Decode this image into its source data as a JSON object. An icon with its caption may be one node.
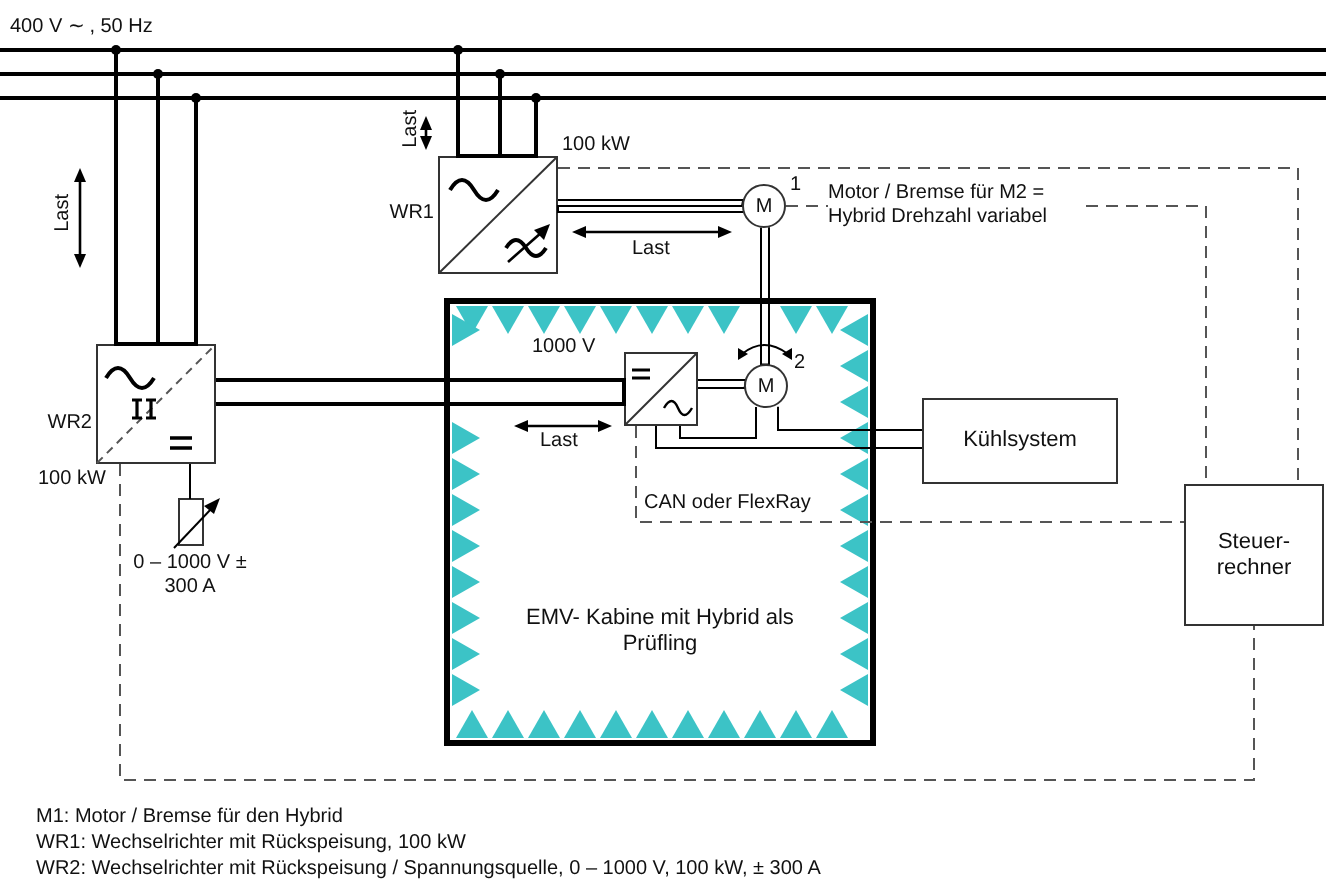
{
  "diagram": {
    "nodes": [
      {
        "text": [
          "400 V ∼ , 50 Hz"
        ]
      },
      {
        "text": [
          "WR1"
        ],
        "beside": [
          "100 kW"
        ]
      },
      {
        "text": [
          "M"
        ],
        "beside": [
          "1"
        ]
      },
      {
        "text": [
          "WR2"
        ],
        "beside": [
          "100 kW"
        ]
      },
      {
        "text": [
          "EMV- Kabine mit Hybrid als Prüfling"
        ]
      },
      {
        "text": [],
        "shape": "box",
        "in": 4
      },
      {
        "text": [
          "M"
        ],
        "beside": [
          "2"
        ],
        "in": 4
      },
      {
        "text": [
          "Kühlsystem"
        ]
      },
      {
        "text": [
          "Steuer- rechner"
        ]
      },
      {
        "text": [],
        "shape": "box",
        "beside": [
          "0 – 1000 V ± 300 A"
        ]
      }
    ],
    "edges": [
      {
        "from": 0,
        "to": 1,
        "arrow": "none"
      },
      {
        "from": 0,
        "to": 3,
        "arrow": "none"
      },
      {
        "from": 1,
        "to": 2,
        "arrow": "none"
      },
      {
        "from": 2,
        "to": 6,
        "arrow": "none"
      },
      {
        "from": 3,
        "to": 5,
        "arrow": "none"
      },
      {
        "from": 5,
        "to": 6,
        "arrow": "none"
      },
      {
        "from": 5,
        "to": 6,
        "arrow": "none"
      },
      {
        "from": 6,
        "to": 7,
        "arrow": "none"
      },
      {
        "from": 5,
        "to": 7,
        "arrow": "none"
      },
      {
        "from": 3,
        "to": 9,
        "arrow": "none"
      },
      {
        "from": 1,
        "to": 8,
        "arrow": "none",
        "style": "dashed",
        "color": "#555555"
      },
      {
        "from": 2,
        "to": 8,
        "arrow": "none",
        "style": "dashed",
        "color": "#555555"
      },
      {
        "from": 5,
        "to": 8,
        "arrow": "none",
        "style": "dashed",
        "color": "#555555",
        "label": "CAN oder FlexRay"
      },
      {
        "from": 3,
        "to": 8,
        "arrow": "none",
        "style": "dashed",
        "color": "#555555"
      }
    ],
    "labels": [
      "Last",
      "Last",
      "Motor / Bremse für M2 = Hybrid Drehzahl variabel",
      "Last",
      "1000 V",
      "Last",
      "M1: Motor / Bremse für den Hybrid",
      "WR1: Wechselrichter mit Rückspeisung, 100 kW",
      "WR2: Wechselrichter mit Rückspeisung / Spannungsquelle, 0 – 1000 V, 100 kW, ± 300 A"
    ]
  }
}
